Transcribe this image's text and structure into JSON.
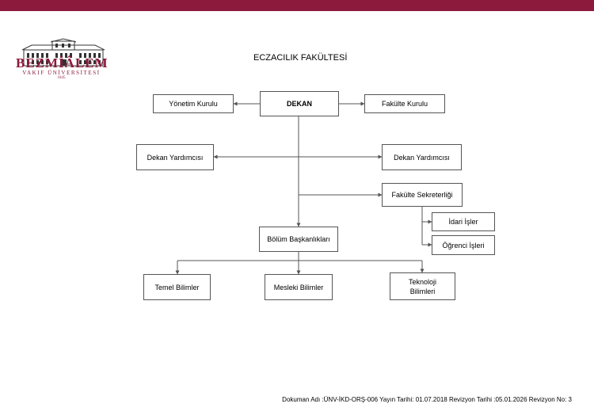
{
  "header": {
    "logo_name": "BEZMİÂLEM",
    "logo_subtitle": "VAKIF ÜNİVERSİTESİ",
    "logo_year": "1845"
  },
  "title": "ECZACILIK FAKÜLTESİ",
  "nodes": {
    "dekan": "DEKAN",
    "yonetim_kurulu": "Yönetim Kurulu",
    "fakulte_kurulu": "Fakülte Kurulu",
    "dekan_yardimcisi_left": "Dekan Yardımcısı",
    "dekan_yardimcisi_right": "Dekan Yardımcısı",
    "fakulte_sekreterligi": "Fakülte Sekreterliği",
    "idari_isler": "İdari İşler",
    "ogrenci_isleri": "Öğrenci İşleri",
    "bolum_baskanliklari": "Bölüm Başkanlıkları",
    "temel_bilimler": "Temel Bilimler",
    "mesleki_bilimler": "Mesleki Bilimler",
    "teknoloji_bilimleri": "Teknoloji Bilimleri"
  },
  "footer": "Dokuman Adı :ÜNV-İKD-ORŞ-006 Yayın Tarihi: 01.07.2018 Revizyon Tarihi :05.01.2026 Revizyon No: 3",
  "colors": {
    "brand": "#8b1a3c",
    "line": "#555555"
  }
}
